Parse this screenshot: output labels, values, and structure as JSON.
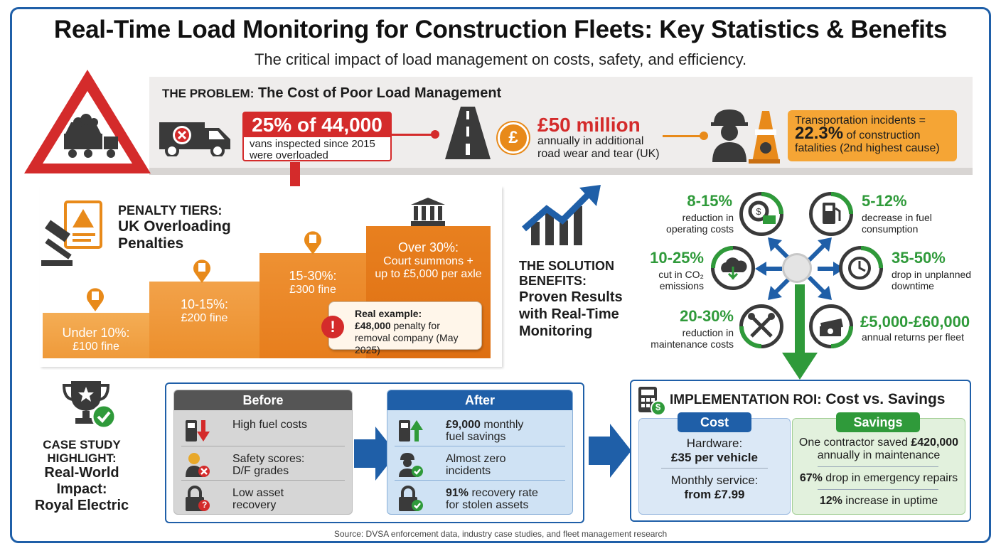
{
  "title": "Real-Time Load Monitoring for Construction Fleets: Key Statistics & Benefits",
  "subtitle": "The critical impact of load management on costs, safety, and efficiency.",
  "problem": {
    "lead": "THE PROBLEM:",
    "heading": "The Cost of Poor Load Management",
    "stat1_big": "25% of 44,000",
    "stat1_text": "vans inspected since 2015 were overloaded",
    "stat2_big": "£50 million",
    "stat2_text": "annually in additional road wear and tear (UK)",
    "pound_symbol": "£",
    "stat3_pre": "Transportation incidents =",
    "stat3_big": "22.3%",
    "stat3_text": " of construction fatalities (2nd highest cause)"
  },
  "penalties": {
    "title_l1": "PENALTY TIERS:",
    "title_l2": "UK Overloading",
    "title_l3": "Penalties",
    "tiers": [
      {
        "label": "Under 10%:",
        "fine": "£100 fine"
      },
      {
        "label": "10-15%:",
        "fine": "£200 fine"
      },
      {
        "label": "15-30%:",
        "fine": "£300 fine"
      },
      {
        "label": "Over 30%:",
        "fine": "Court summons +",
        "fine2": "up to £5,000 per axle"
      }
    ],
    "example_title": "Real example:",
    "example_big": "£48,000",
    "example_text": " penalty for",
    "example_text2": "removal company (May 2025)",
    "example_mark": "!"
  },
  "solution": {
    "title_l1": "THE SOLUTION",
    "title_l2": "BENEFITS:",
    "title_l3": "Proven Results",
    "title_l4": "with Real-Time",
    "title_l5": "Monitoring"
  },
  "benefits": [
    {
      "value": "8-15%",
      "text1": "reduction in",
      "text2": "operating costs"
    },
    {
      "value": "5-12%",
      "text1": "decrease in fuel",
      "text2": "consumption"
    },
    {
      "value": "10-25%",
      "text1": "cut in CO₂",
      "text2": "emissions"
    },
    {
      "value": "35-50%",
      "text1": "drop in unplanned",
      "text2": "downtime"
    },
    {
      "value": "20-30%",
      "text1": "reduction in",
      "text2": "maintenance costs"
    },
    {
      "value": "£5,000-£60,000",
      "text1": "annual returns per fleet",
      "text2": ""
    }
  ],
  "case_study": {
    "title_l1": "CASE STUDY",
    "title_l2": "HIGHLIGHT:",
    "title_l3": "Real-World Impact:",
    "title_l4": "Royal Electric",
    "before_label": "Before",
    "after_label": "After",
    "before": [
      {
        "t1": "High fuel costs",
        "t2": ""
      },
      {
        "t1": "Safety scores:",
        "t2": "D/F grades"
      },
      {
        "t1": "Low asset",
        "t2": "recovery"
      }
    ],
    "after": [
      {
        "b": "£9,000",
        "t1": " monthly",
        "t2": "fuel savings"
      },
      {
        "b": "",
        "t1": "Almost zero",
        "t2": "incidents"
      },
      {
        "b": "91%",
        "t1": " recovery rate",
        "t2": "for stolen assets"
      }
    ],
    "question_mark": "?"
  },
  "roi": {
    "title_a": "IMPLEMENTATION ROI:",
    "title_b": " Cost vs. Savings",
    "cost_label": "Cost",
    "savings_label": "Savings",
    "cost_lines": [
      "Hardware:",
      "£35 per vehicle",
      "Monthly service:",
      "from £7.99"
    ],
    "sav1_a": "One contractor saved ",
    "sav1_b": "£420,000",
    "sav1_c": "annually in maintenance",
    "sav2_b": "67%",
    "sav2_a": " drop in emergency repairs",
    "sav3_b": "12%",
    "sav3_a": " increase in uptime",
    "pound_symbol": "$"
  },
  "source": "Source: DVSA enforcement data, industry case studies, and fleet management research",
  "colors": {
    "accent_blue": "#1f5fa8",
    "alert_red": "#d42b2b",
    "orange": "#e88a1a",
    "green": "#2f9a3a"
  }
}
